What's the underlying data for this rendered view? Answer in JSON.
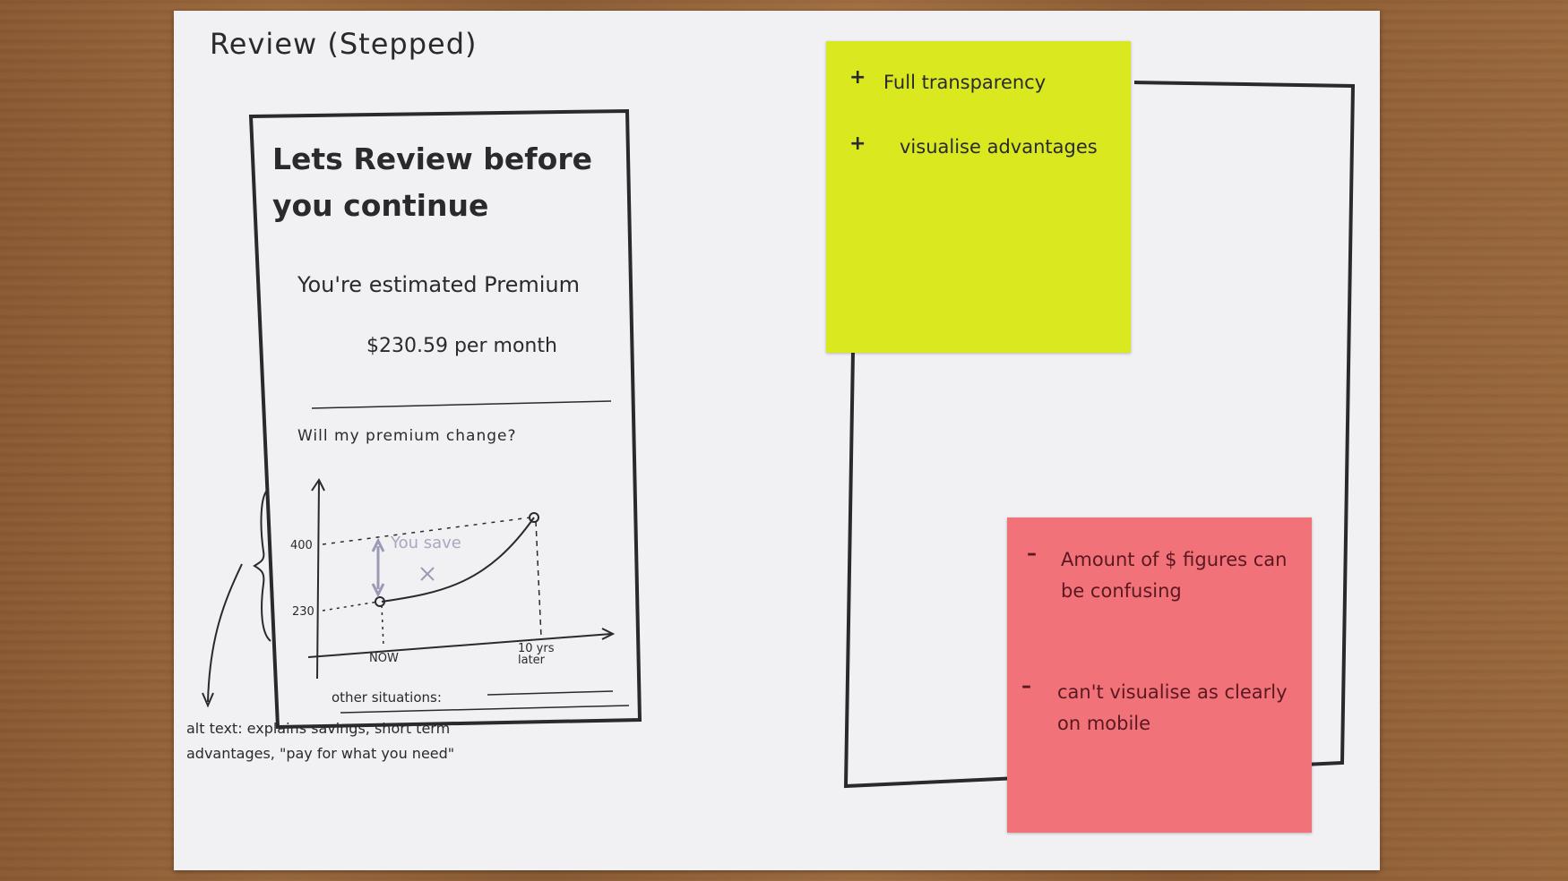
{
  "sketch": {
    "title": "Review (Stepped)",
    "phone": {
      "heading": "Lets Review before you continue",
      "estimate_label": "You're estimated Premium",
      "price": "$230.59 per month",
      "question": "Will my premium change?",
      "graph": {
        "y_tick_high": "400",
        "y_tick_low": "230",
        "x_tick_now": "NOW",
        "x_tick_later": "10 yrs later",
        "annotation": "You save"
      },
      "other_situations": "other situations:"
    },
    "alt_text_note": "alt text: explains savings, short term advantages, \"pay for what you need\""
  },
  "sticky_notes": {
    "positives": {
      "color": "#d9e81f",
      "items": [
        "Full transparency",
        "visualise advantages"
      ]
    },
    "negatives": {
      "color": "#f2727a",
      "items": [
        "Amount of $ figures can be confusing",
        "can't visualise as clearly on mobile"
      ]
    }
  }
}
